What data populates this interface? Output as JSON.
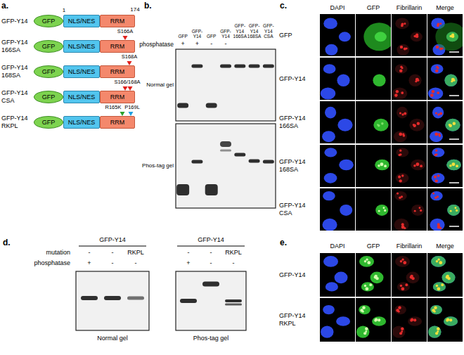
{
  "diagram": {
    "nodes": [
      {
        "text": [
          "GFP"
        ]
      },
      {
        "text": [
          "NLS/NES"
        ]
      },
      {
        "text": [
          "RRM"
        ]
      },
      {
        "text": [
          "GFP"
        ]
      },
      {
        "text": [
          "NLS/NES"
        ]
      },
      {
        "text": [
          "RRM"
        ]
      },
      {
        "text": [
          "GFP"
        ]
      },
      {
        "text": [
          "NLS/NES"
        ]
      },
      {
        "text": [
          "RRM"
        ]
      },
      {
        "text": [
          "GFP"
        ]
      },
      {
        "text": [
          "NLS/NES"
        ]
      },
      {
        "text": [
          "RRM"
        ]
      },
      {
        "text": [
          "GFP"
        ]
      },
      {
        "text": [
          "NLS/NES"
        ]
      },
      {
        "text": [
          "RRM"
        ]
      }
    ],
    "labels": [
      "a.",
      "1",
      "174",
      "GFP-Y14",
      "GFP-Y14 166SA",
      "S166A",
      "GFP-Y14 168SA",
      "S168A",
      "GFP-Y14 CSA",
      "S166/168A",
      "GFP-Y14 RKPL",
      "R165K",
      "P169L",
      "b.",
      "GFP",
      "GFP-Y14",
      "GFP",
      "GFP-Y14",
      "GFP-Y14 166SA",
      "GFP-Y14 168SA",
      "GFP-Y14 CSA",
      "phosphatase",
      "+",
      "+",
      "-",
      "-",
      "Normal gel",
      "Phos-tag gel",
      "c.",
      "DAPI",
      "GFP",
      "Fibrillarin",
      "Merge",
      "GFP",
      "GFP-Y14",
      "GFP-Y14 166SA",
      "GFP-Y14 168SA",
      "GFP-Y14 CSA",
      "d.",
      "GFP-Y14",
      "GFP-Y14",
      "mutation",
      "-",
      "-",
      "RKPL",
      "-",
      "-",
      "RKPL",
      "phosphatase",
      "+",
      "-",
      "-",
      "+",
      "-",
      "-",
      "Normal gel",
      "Phos-tag gel",
      "e.",
      "DAPI",
      "GFP",
      "Fibrillarin",
      "Merge",
      "GFP-Y14",
      "GFP-Y14 RKPL"
    ]
  }
}
